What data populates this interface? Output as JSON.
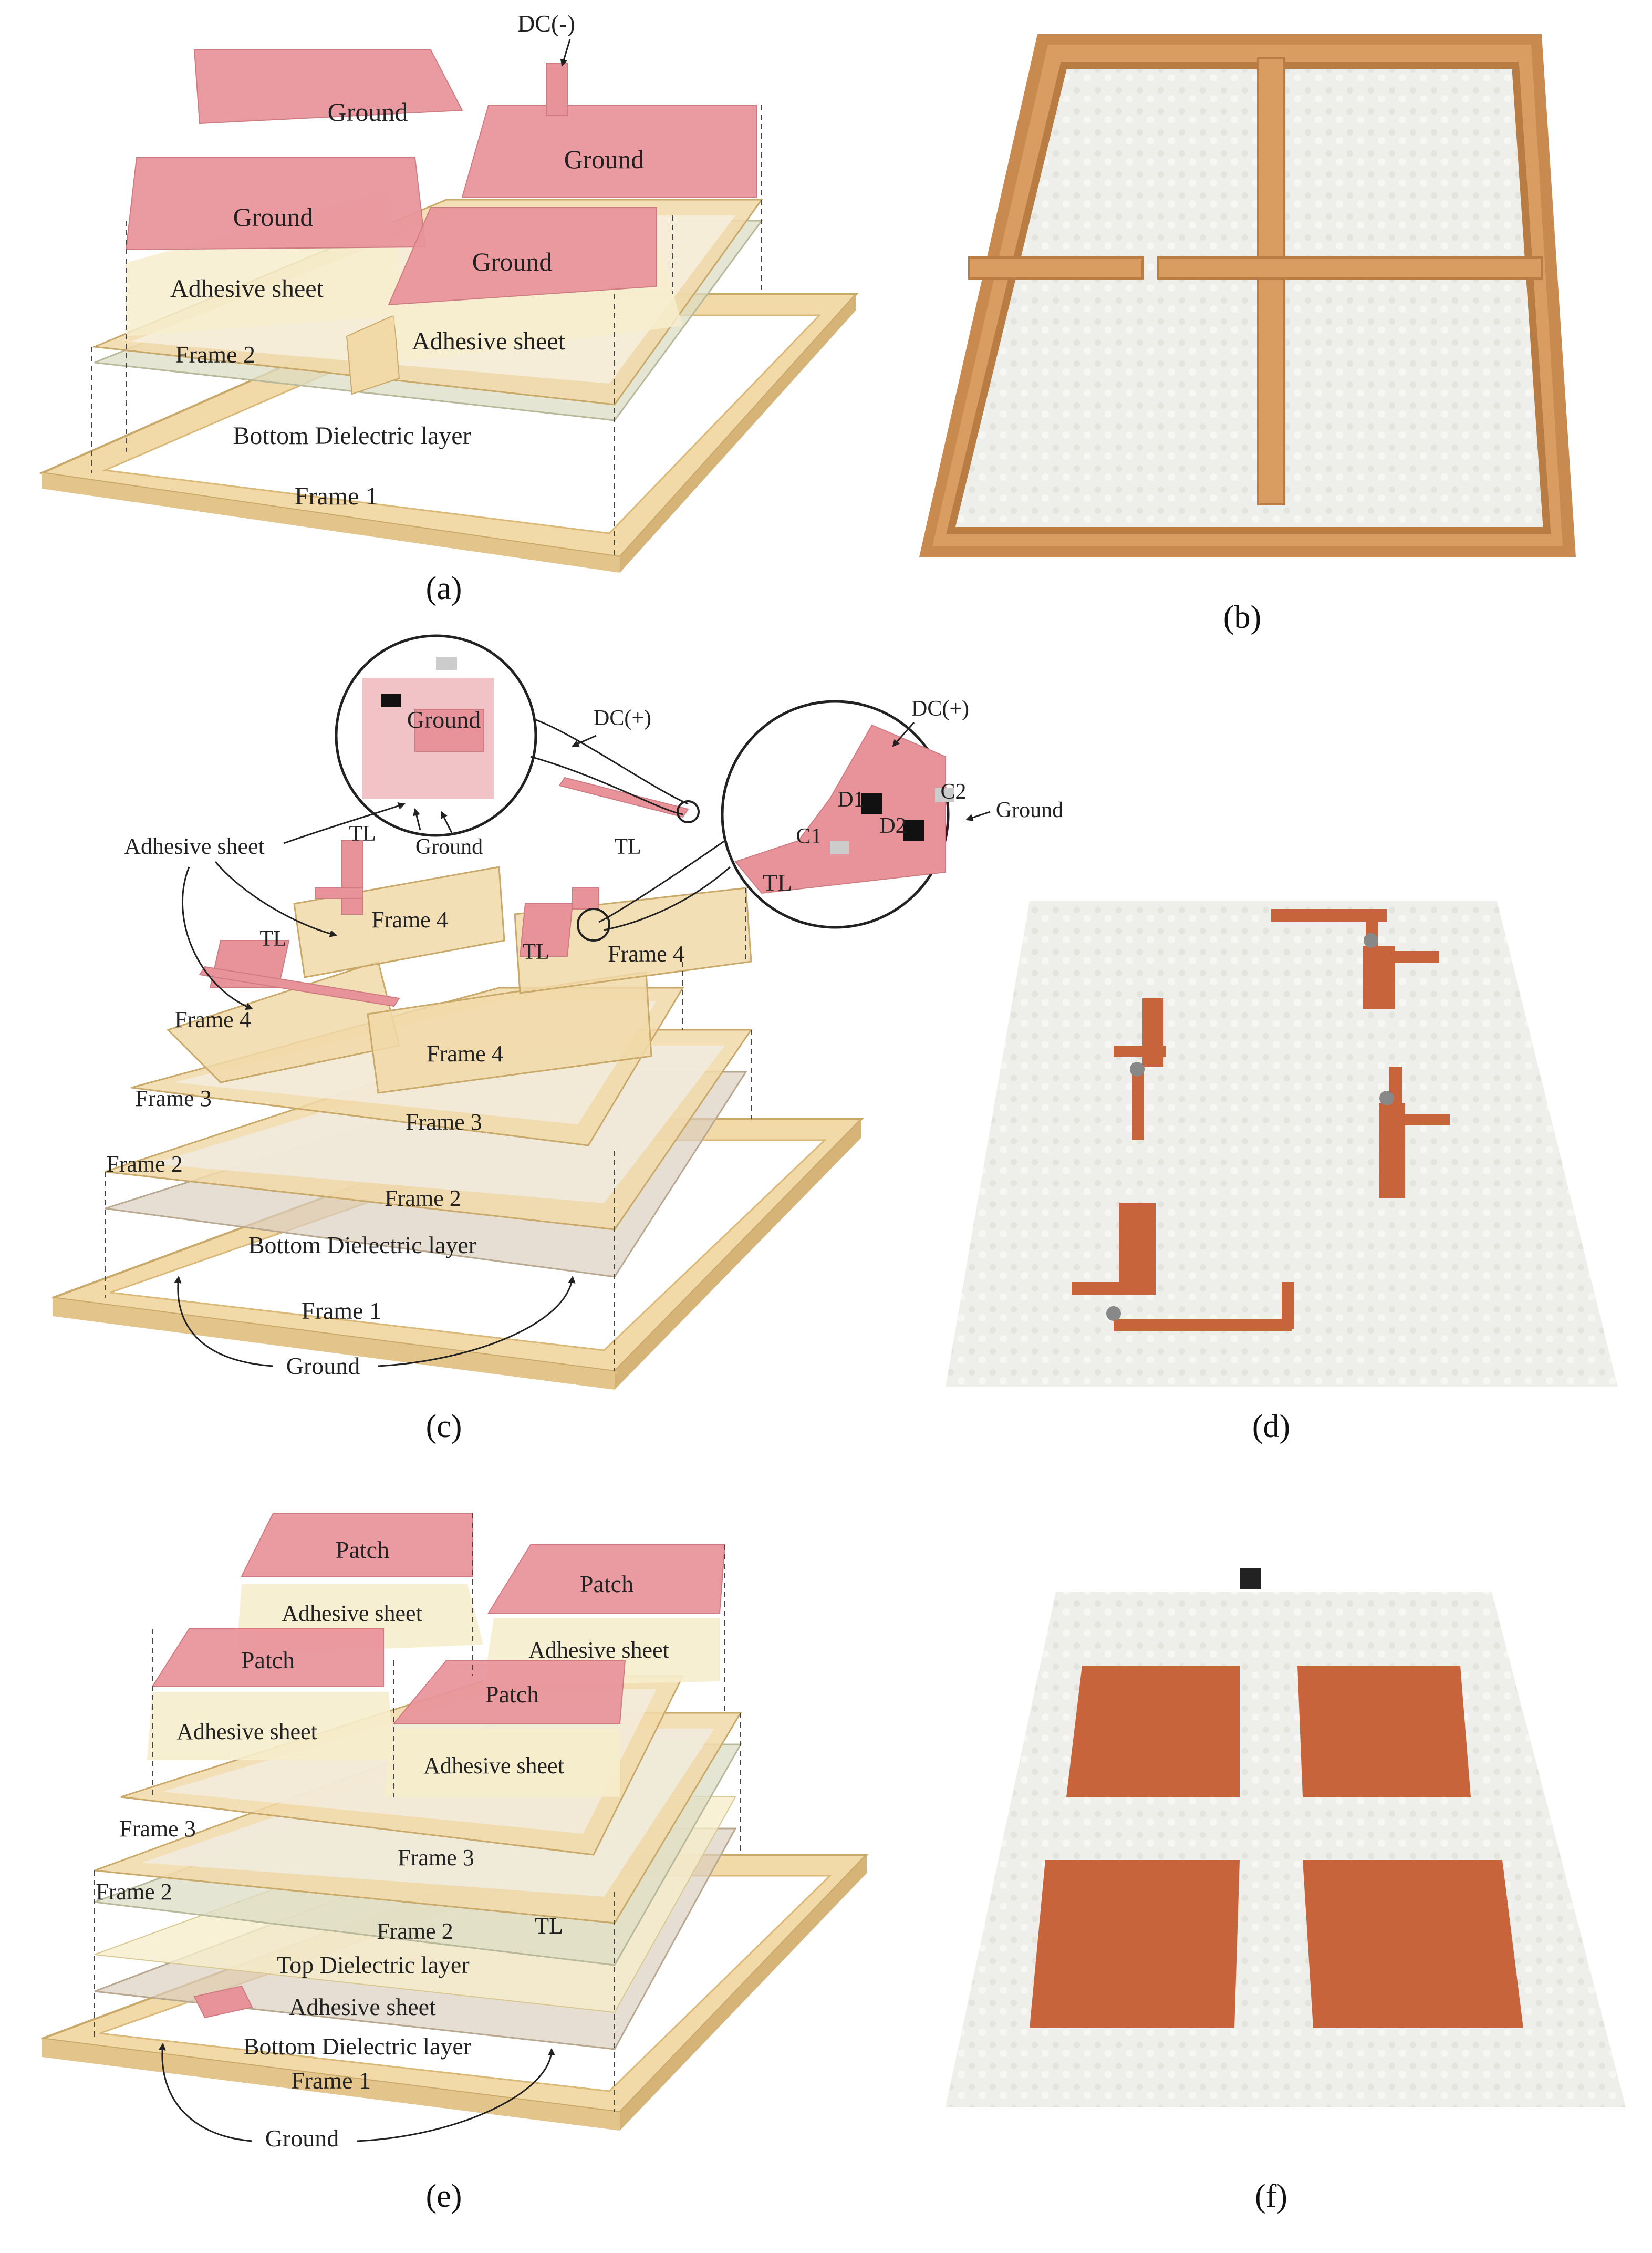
{
  "captions": {
    "a": "(a)",
    "b": "(b)",
    "c": "(c)",
    "d": "(d)",
    "e": "(e)",
    "f": "(f)"
  },
  "panel_a": {
    "dc_minus": "DC(-)",
    "ground_labels": [
      "Ground",
      "Ground",
      "Ground",
      "Ground"
    ],
    "adhesive_labels": [
      "Adhesive sheet",
      "Adhesive sheet"
    ],
    "frame2": "Frame 2",
    "bottom_dielectric": "Bottom Dielectric layer",
    "frame1": "Frame 1"
  },
  "panel_c": {
    "zoom1_ground": "Ground",
    "ground_pointer": "Ground",
    "dc_plus_1": "DC(+)",
    "dc_plus_2": "DC(+)",
    "d1": "D1",
    "c2": "C2",
    "d2": "D2",
    "c1": "C1",
    "ground_right": "Ground",
    "zoom2_tl": "TL",
    "adhesive_sheet": "Adhesive sheet",
    "tl_labels": [
      "TL",
      "TL",
      "TL",
      "TL"
    ],
    "frame4_labels": [
      "Frame 4",
      "Frame 4",
      "Frame 4",
      "Frame 4"
    ],
    "frame3_labels": [
      "Frame 3",
      "Frame 3"
    ],
    "frame2_labels": [
      "Frame 2",
      "Frame 2"
    ],
    "bottom_dielectric": "Bottom Dielectric layer",
    "frame1": "Frame 1",
    "ground_bottom": "Ground"
  },
  "panel_e": {
    "patch_labels": [
      "Patch",
      "Patch",
      "Patch",
      "Patch"
    ],
    "adhesive_labels": [
      "Adhesive sheet",
      "Adhesive sheet",
      "Adhesive sheet",
      "Adhesive sheet"
    ],
    "frame3_labels": [
      "Frame 3",
      "Frame 3"
    ],
    "frame2_labels": [
      "Frame 2",
      "Frame 2"
    ],
    "tl": "TL",
    "top_dielectric": "Top Dielectric layer",
    "adhesive_bottom": "Adhesive sheet",
    "bottom_dielectric": "Bottom Dielectric layer",
    "frame1": "Frame 1",
    "ground_bottom": "Ground"
  },
  "colors": {
    "frame": "#f1d9a8",
    "frame_edge": "#d9b878",
    "copper_pink": "#e8939a",
    "dielectric": "#dcdcc4",
    "foam": "#f1f1ee",
    "wood": "#c88a4e",
    "copper": "#c8643c"
  }
}
